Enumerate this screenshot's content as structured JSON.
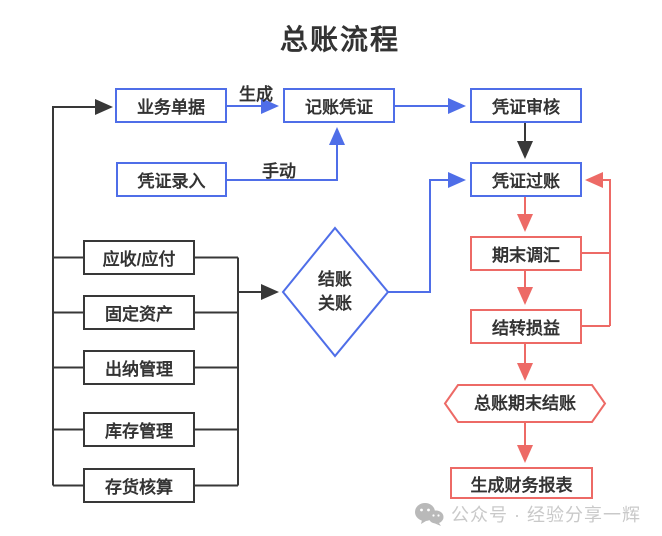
{
  "title": "总账流程",
  "colors": {
    "blue": "#4f6ee8",
    "red": "#ed6a66",
    "black": "#383838",
    "text": "#333333",
    "watermark": "#c9c9c9"
  },
  "nodes": {
    "yewu_danju": {
      "label": "业务单据"
    },
    "jizhang_pingzheng": {
      "label": "记账凭证"
    },
    "pingzheng_shenhe": {
      "label": "凭证审核"
    },
    "pingzheng_luru": {
      "label": "凭证录入"
    },
    "pingzheng_guozhang": {
      "label": "凭证过账"
    },
    "qimo_tiaohui": {
      "label": "期末调汇"
    },
    "jiezhuan_sunyi": {
      "label": "结转损益"
    },
    "zongzhang_qimo": {
      "label": "总账期末结账"
    },
    "shengcheng_baobiao": {
      "label": "生成财务报表"
    },
    "yingshou_yingfu": {
      "label": "应收/应付"
    },
    "guding_zichan": {
      "label": "固定资产"
    },
    "chuna_guanli": {
      "label": "出纳管理"
    },
    "kucun_guanli": {
      "label": "库存管理"
    },
    "cunhuo_hesuan": {
      "label": "存货核算"
    },
    "jiezhang_guanzhang": {
      "line1": "结账",
      "line2": "关账"
    }
  },
  "edge_labels": {
    "generate": "生成",
    "manual": "手动"
  },
  "watermark": {
    "icon": "wechat-icon",
    "text": "公众号 · 经验分享一辉"
  }
}
